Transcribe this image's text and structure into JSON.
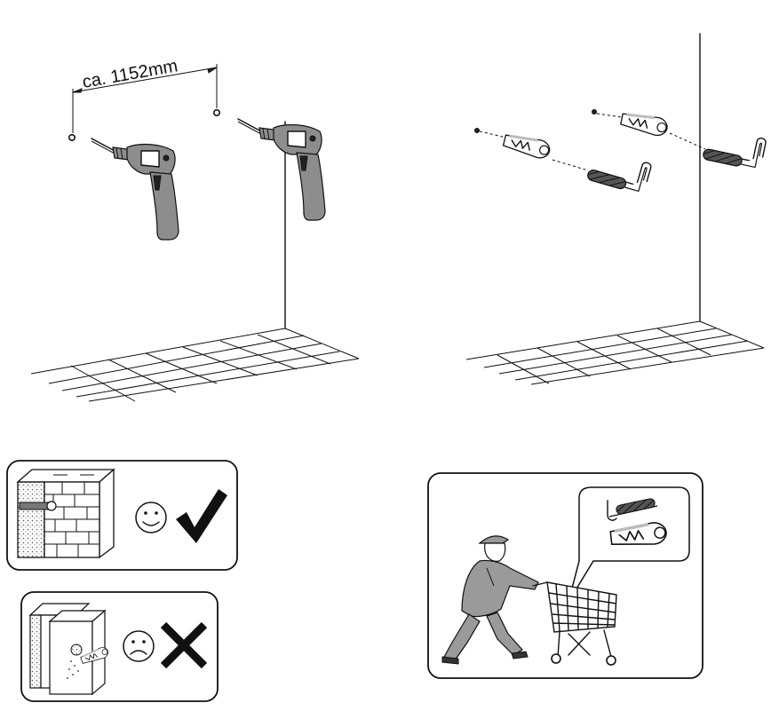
{
  "measurement": {
    "label": "ca. 1152mm"
  },
  "panels": {
    "step_drill": {
      "tool_icon": "drill-icon",
      "count": 2
    },
    "step_mount": {
      "icons": [
        "wall-plug-icon",
        "hook-screw-icon"
      ]
    },
    "wall_ok": {
      "wall_type": "brick",
      "face_icon": "smiley-happy-icon",
      "mark_icon": "checkmark-icon"
    },
    "wall_bad": {
      "wall_type": "plasterboard",
      "face_icon": "smiley-sad-icon",
      "mark_icon": "cross-icon"
    },
    "buy_fixings": {
      "icons": [
        "shopping-cart-icon",
        "hook-screw-icon",
        "wall-plug-icon"
      ]
    }
  },
  "colors": {
    "ink": "#111111",
    "background": "#ffffff",
    "accent_grey": "#8d8d8d"
  }
}
